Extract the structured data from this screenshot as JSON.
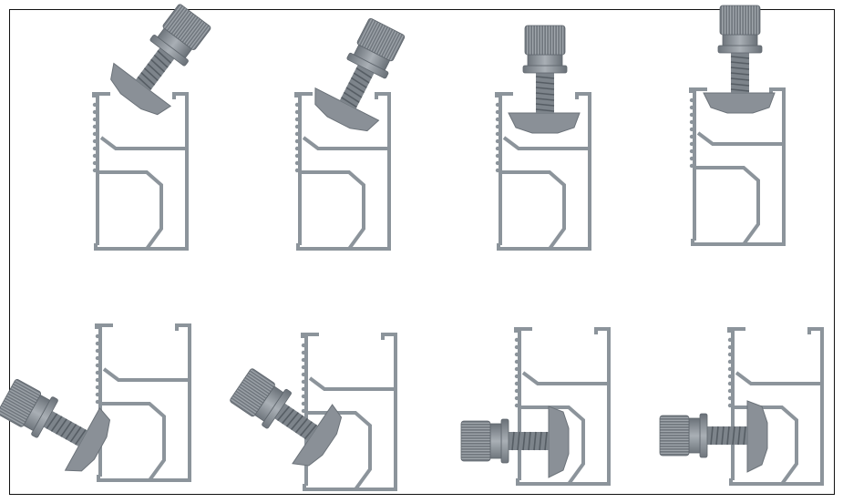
{
  "figure": {
    "panels": [
      {
        "id": 1,
        "stage": "bolt-tilted-entering-top"
      },
      {
        "id": 2,
        "stage": "bolt-tilted-inserted-top"
      },
      {
        "id": 3,
        "stage": "bolt-straight-in-slot-top"
      },
      {
        "id": 4,
        "stage": "bolt-locked-top"
      },
      {
        "id": 5,
        "stage": "bolt-tilted-entering-side"
      },
      {
        "id": 6,
        "stage": "bolt-tilted-inserted-side"
      },
      {
        "id": 7,
        "stage": "bolt-straight-in-slot-side"
      },
      {
        "id": 8,
        "stage": "bolt-locked-side"
      }
    ],
    "colors": {
      "profile": "#8c949b",
      "bolt": "#8a9097",
      "bolt_dark": "#5f666d",
      "border": "#111111"
    }
  }
}
